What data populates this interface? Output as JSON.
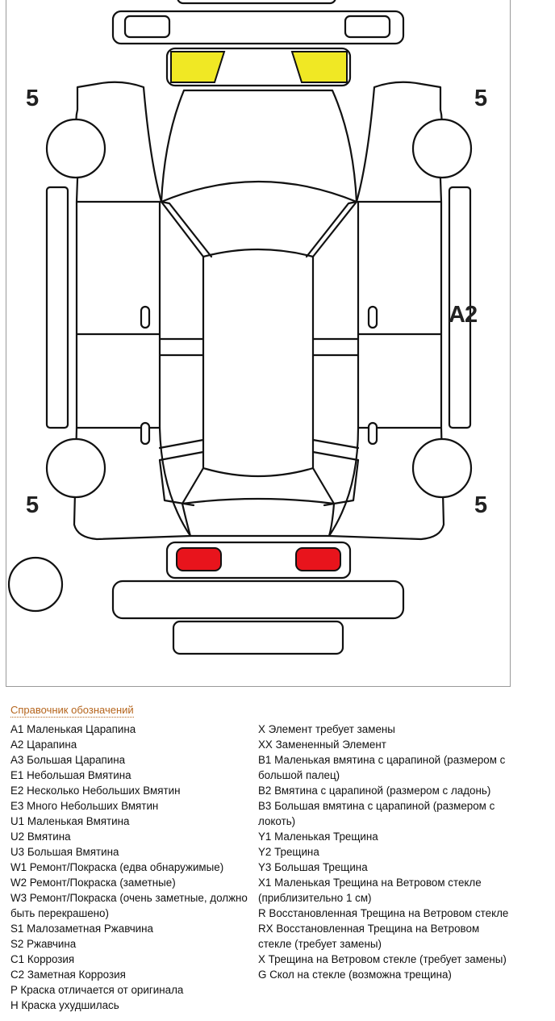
{
  "diagram": {
    "marks": {
      "front_left": "5",
      "front_right": "5",
      "rear_left": "5",
      "rear_right": "5",
      "right_side": "A2"
    },
    "highlight_colors": {
      "headlights": "#f0e824",
      "taillights": "#e8141c"
    }
  },
  "legend": {
    "title": "Справочник обозначений",
    "left": [
      "A1 Маленькая Царапина",
      "A2 Царапина",
      "A3 Большая Царапина",
      "E1 Небольшая Вмятина",
      "E2 Несколько Небольших Вмятин",
      "E3 Много Небольших Вмятин",
      "U1 Маленькая Вмятина",
      "U2 Вмятина",
      "U3 Большая Вмятина",
      "W1 Ремонт/Покраска (едва обнаружимые)",
      "W2 Ремонт/Покраска (заметные)",
      "W3 Ремонт/Покраска (очень заметные, должно быть перекрашено)",
      "S1 Малозаметная Ржавчина",
      "S2 Ржавчина",
      "C1 Коррозия",
      "C2 Заметная Коррозия",
      "P Краска отличается от оригинала",
      "H Краска ухудшилась"
    ],
    "right": [
      "X Элемент требует замены",
      "XX Замененный Элемент",
      "B1 Маленькая вмятина с царапиной (размером с большой палец)",
      "B2 Вмятина с царапиной (размером с ладонь)",
      "B3 Большая вмятина с царапиной (размером с локоть)",
      "Y1 Маленькая Трещина",
      "Y2 Трещина",
      "Y3 Большая Трещина",
      "X1 Маленькая Трещина на Ветровом стекле (приблизительно 1 см)",
      "R Восстановленная Трещина на Ветровом стекле",
      "RX Восстановленная Трещина на Ветровом стекле (требует замены)",
      "X Трещина на Ветровом стекле (требует замены)",
      "G Скол на стекле (возможна трещина)"
    ]
  }
}
